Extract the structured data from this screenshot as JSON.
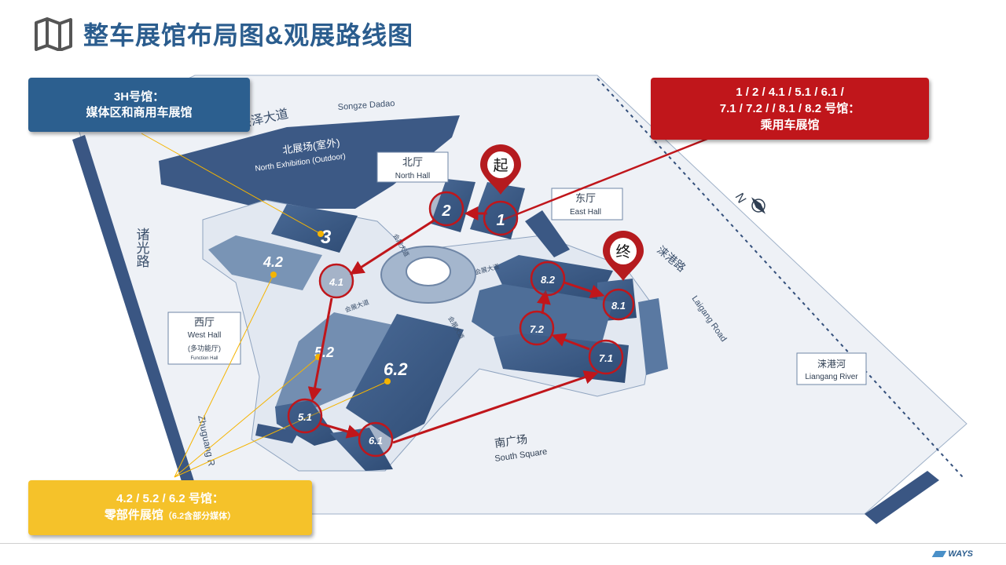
{
  "title": "整车展馆布局图&观展路线图",
  "brand": "WAYS",
  "icons": {
    "title_icon": "map-icon",
    "compass": "compass-icon"
  },
  "colors": {
    "title": "#2b5d8e",
    "passenger": "#c0161b",
    "media": "#2c5f8f",
    "parts": "#f5c22a",
    "route": "#c0161b"
  },
  "callouts": {
    "media": {
      "line1": "3H号馆：",
      "line2": "媒体区和商用车展馆"
    },
    "passenger": {
      "line1": "1 / 2 / 4.1 / 5.1 / 6.1 /",
      "line2": "7.1 / 7.2 / / 8.1 / 8.2 号馆：",
      "line3": "乘用车展馆"
    },
    "parts": {
      "line1": "4.2 / 5.2 / 6.2 号馆：",
      "line2": "零部件展馆",
      "note": "（6.2含部分媒体）"
    }
  },
  "map": {
    "roads": {
      "songze_cn": "崧泽大道",
      "songze_en": "Songze Dadao",
      "zhuguang_cn": "诸光路",
      "zhuguang_en": "Zhuguang R",
      "laigang_cn": "涞港路",
      "laigang_en": "Laigang Road",
      "liangang_cn": "涞港河",
      "liangang_en": "Liangang River",
      "avenue": "会展大道"
    },
    "areas": {
      "north_ext_cn": "北展场(室外)",
      "north_ext_en": "North Exhibition (Outdoor)",
      "north_hall_cn": "北厅",
      "north_hall_en": "North Hall",
      "east_hall_cn": "东厅",
      "east_hall_en": "East Hall",
      "west_hall_cn": "西厅",
      "west_hall_en": "West Hall",
      "west_hall_sub_cn": "(多功能厅)",
      "west_hall_sub_en": "Function Hall",
      "south_sq_cn": "南广场",
      "south_sq_en": "South Square"
    },
    "hall_labels": [
      "3",
      "4.2",
      "5.2",
      "6.2"
    ],
    "route_halls": [
      "1",
      "2",
      "4.1",
      "5.1",
      "6.1",
      "7.1",
      "7.2",
      "8.1",
      "8.2"
    ],
    "start": "起",
    "end": "终",
    "compass_letter": "N"
  }
}
